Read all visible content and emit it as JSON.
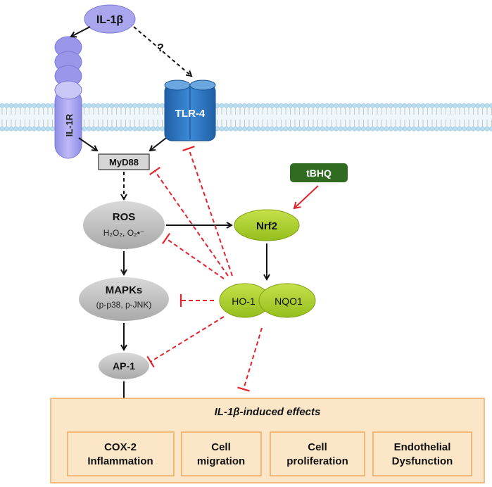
{
  "nodes": {
    "il1b": "IL-1β",
    "question": "?",
    "il1r": "IL-1R",
    "tlr4": "TLR-4",
    "myd88": "MyD88",
    "ros": "ROS",
    "ros_sub": "H₂O₂, O₂•⁻",
    "nrf2": "Nrf2",
    "tbhq": "tBHQ",
    "mapks": "MAPKs",
    "mapks_sub": "(p-p38, p-JNK)",
    "ap1": "AP-1",
    "ho1": "HO-1",
    "nqo1": "NQO1"
  },
  "effects": {
    "title": "IL-1β-induced effects",
    "boxes": [
      {
        "line1": "COX-2",
        "line2": "Inflammation"
      },
      {
        "line1": "Cell",
        "line2": "migration"
      },
      {
        "line1": "Cell",
        "line2": "proliferation"
      },
      {
        "line1": "Endothelial",
        "line2": "Dysfunction"
      }
    ]
  },
  "colors": {
    "membrane_head": "#b9dcef",
    "receptor_purple": "#a9a6ee",
    "tlr_blue": "#2f79c4",
    "node_grey": "#bdbdbd",
    "node_green": "#a6cf2a",
    "tbhq_green": "#2f6b21",
    "inhibit_red": "#e3242b",
    "effects_bg": "#fbe7c8",
    "effects_border": "#f0a860"
  }
}
